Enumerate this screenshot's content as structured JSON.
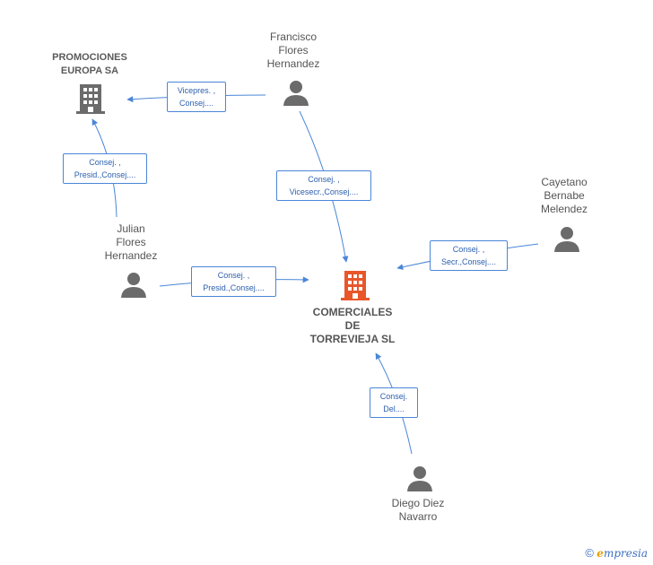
{
  "nodes": {
    "promociones": {
      "label": "PROMOCIONES\nEUROPA SA",
      "icon": "building-icon"
    },
    "francisco": {
      "label": "Francisco\nFlores\nHernandez",
      "icon": "person-icon"
    },
    "cayetano": {
      "label": "Cayetano\nBernabe\nMelendez",
      "icon": "person-icon"
    },
    "julian": {
      "label": "Julian\nFlores\nHernandez",
      "icon": "person-icon"
    },
    "comerciales": {
      "label": "COMERCIALES\nDE\nTORREVIEJA SL",
      "icon": "building-icon"
    },
    "diego": {
      "label": "Diego Diez\nNavarro",
      "icon": "person-icon"
    }
  },
  "edges": {
    "francisco_promociones": {
      "line1": "Vicepres. ,",
      "line2": "Consej...."
    },
    "julian_promociones": {
      "line1": "Consej. ,",
      "line2": "Presid.,Consej...."
    },
    "francisco_comerciales": {
      "line1": "Consej. ,",
      "line2": "Vicesecr.,Consej...."
    },
    "cayetano_comerciales": {
      "line1": "Consej. ,",
      "line2": "Secr.,Consej...."
    },
    "julian_comerciales": {
      "line1": "Consej. ,",
      "line2": "Presid.,Consej...."
    },
    "diego_comerciales": {
      "line1": "Consej.",
      "line2": "Del...."
    }
  },
  "colors": {
    "edge": "#4a86d8",
    "building_main": "#e8562a",
    "building_other": "#6b6b6b",
    "person": "#6b6b6b"
  },
  "brand": {
    "symbol": "©",
    "initial": "e",
    "rest": "mpresia"
  }
}
